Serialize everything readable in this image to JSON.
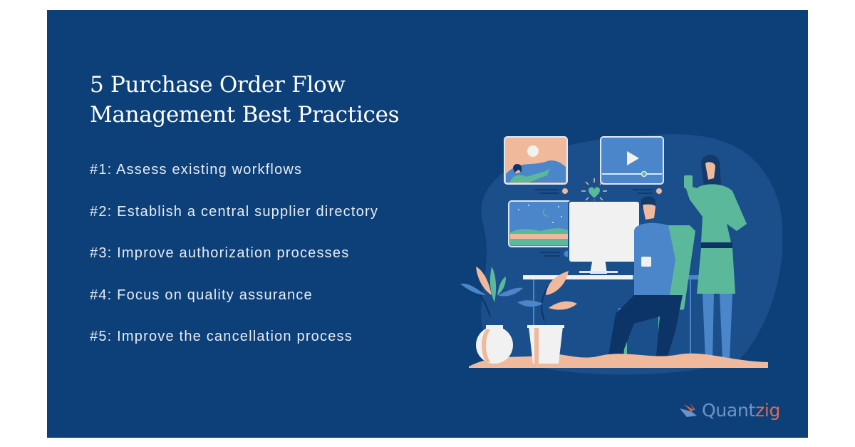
{
  "banner": {
    "background_color": "#0d4079",
    "title_lines": [
      "5 Purchase Order Flow",
      "Management Best Practices"
    ],
    "practices": [
      "#1: Assess existing workflows",
      "#2: Establish a central supplier directory",
      "#3: Improve authorization processes",
      "#4: Focus on quality assurance",
      "#5: Improve the cancellation process"
    ],
    "illustration": {
      "icon": "office-workers-with-media-illustration",
      "elements": [
        "photo-card",
        "video-player-card",
        "night-landscape-card",
        "heart-icon",
        "computer-monitor",
        "seated-man",
        "standing-woman-with-phone",
        "desk",
        "potted-plants"
      ]
    },
    "logo": {
      "icon": "quantzig-logo-icon",
      "text_part1": "Quant",
      "text_part2": "zig",
      "color_primary": "#6f93c6",
      "color_accent": "#d86a55"
    }
  }
}
